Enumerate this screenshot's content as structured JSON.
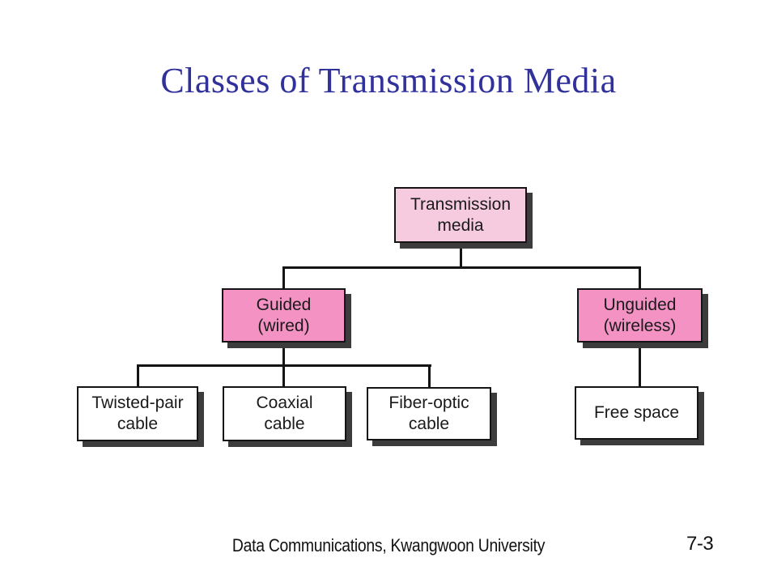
{
  "slide": {
    "title": "Classes of Transmission Media",
    "footer_text": "Data Communications, Kwangwoon University",
    "page_number": "7-3"
  },
  "colors": {
    "title_color": "#31319c",
    "root_fill": "#f6cbdf",
    "branch_fill": "#f392c3",
    "leaf_fill": "#ffffff",
    "line_color": "#141414",
    "shadow_color": "#3c3c3c",
    "text_color": "#1a1a1a",
    "background": "#ffffff"
  },
  "diagram": {
    "type": "tree",
    "nodes": [
      {
        "id": "transmission-media",
        "label": "Transmission\nmedia",
        "level": 1,
        "parent": null
      },
      {
        "id": "guided",
        "label": "Guided\n(wired)",
        "level": 2,
        "parent": "transmission-media"
      },
      {
        "id": "unguided",
        "label": "Unguided\n(wireless)",
        "level": 2,
        "parent": "transmission-media"
      },
      {
        "id": "twisted-pair-cable",
        "label": "Twisted-pair\ncable",
        "level": 3,
        "parent": "guided"
      },
      {
        "id": "coaxial-cable",
        "label": "Coaxial\ncable",
        "level": 3,
        "parent": "guided"
      },
      {
        "id": "fiber-optic-cable",
        "label": "Fiber-optic\ncable",
        "level": 3,
        "parent": "guided"
      },
      {
        "id": "free-space",
        "label": "Free space",
        "level": 3,
        "parent": "unguided"
      }
    ]
  }
}
